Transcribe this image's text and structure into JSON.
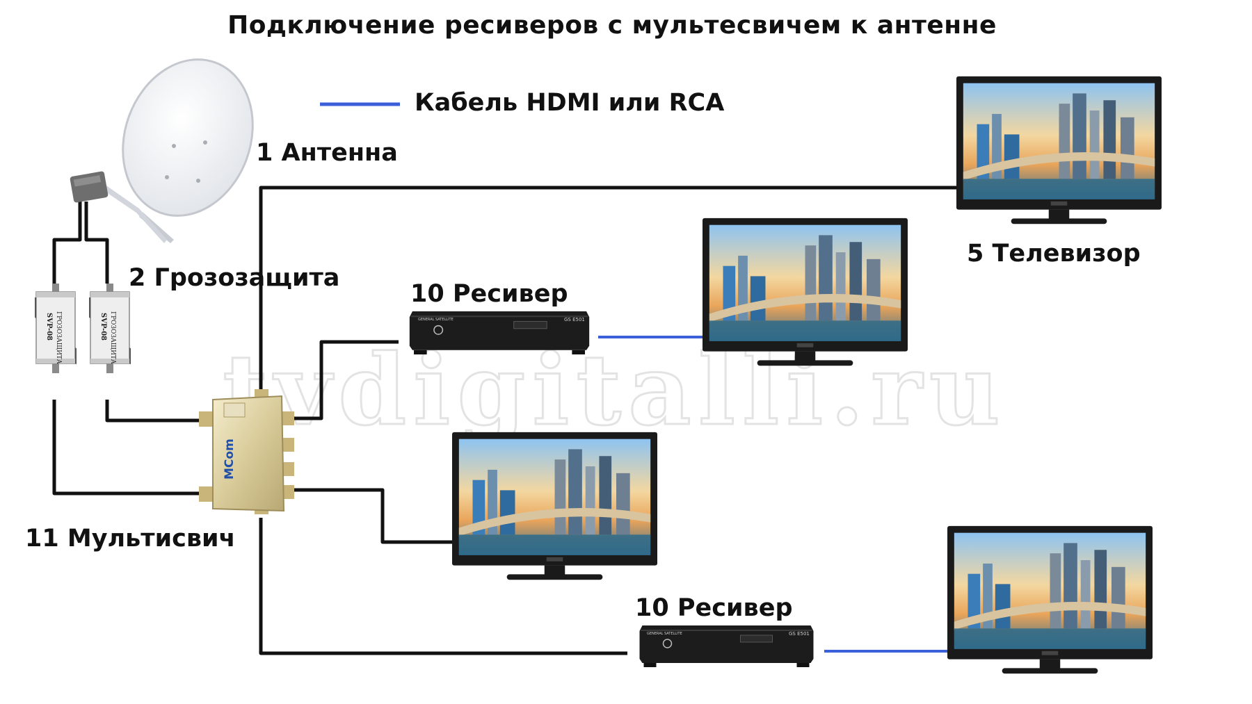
{
  "title": "Подключение ресиверов с мультесвичем к антенне",
  "legend": {
    "text": "Кабель HDMI или RCA",
    "color": "#3a5fd8"
  },
  "watermark": "tvdigitalli.ru",
  "labels": {
    "antenna": "1 Антенна",
    "surge": "2 Грозозащита",
    "tv": "5 Телевизор",
    "receiver": "10 Ресивер",
    "multiswitch": "11 Мультисвич"
  },
  "devices": {
    "surge_text_1": "ГРОЗОЗАЩИТА",
    "surge_text_2": "SVP-08",
    "multiswitch_brand": "MCom",
    "receiver_model": "GS E501",
    "receiver_brand": "GENERAL SATELLITE"
  },
  "colors": {
    "coax": "#111111",
    "hdmi": "#3a5fd8"
  }
}
